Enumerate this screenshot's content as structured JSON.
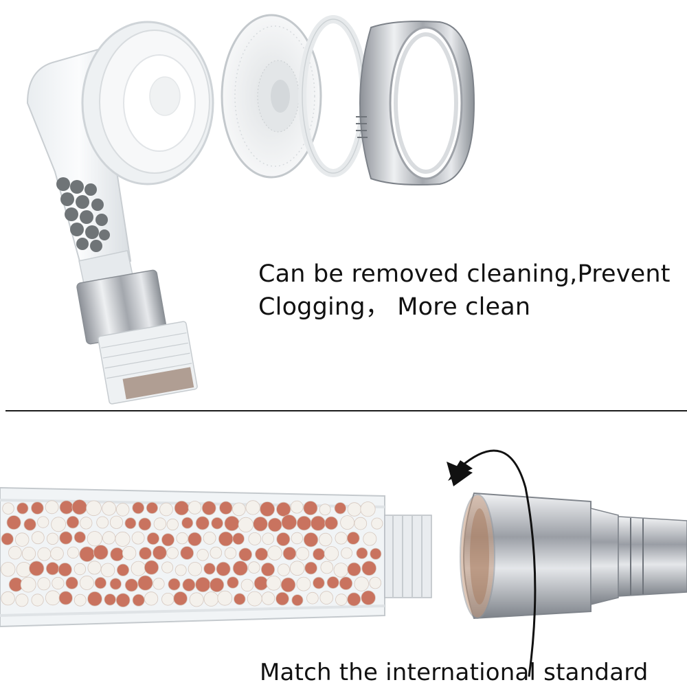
{
  "captions": {
    "top_line1": "Can be removed cleaning,Prevent",
    "top_line2": "Clogging， More clean",
    "bottom": "Match the international standard"
  },
  "colors": {
    "background": "#ffffff",
    "text": "#111111",
    "divider": "#1a1a1a",
    "chrome": "#b9bcc2",
    "ion_bead_red": "#c9735f",
    "ion_bead_white": "#f4f1ec",
    "mineral_bead_gray": "#6f7477"
  },
  "icons": {
    "rotation_arrow": "rotate-arrow-icon"
  }
}
